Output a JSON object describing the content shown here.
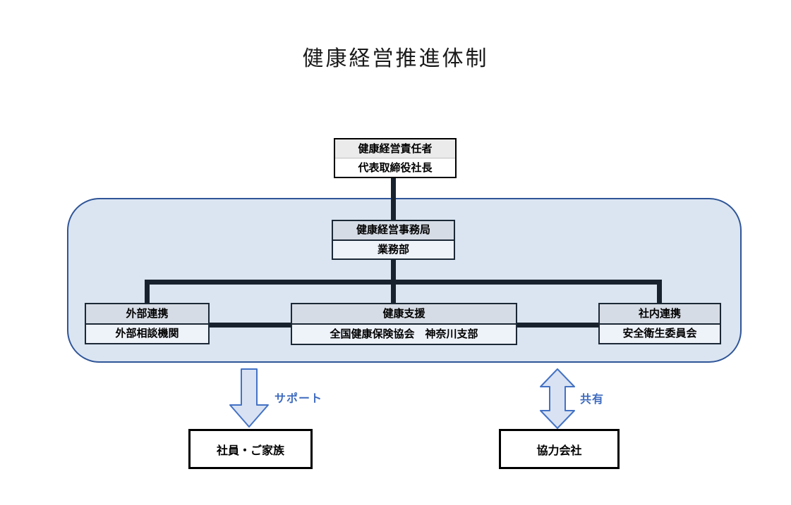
{
  "title": "健康経営推進体制",
  "org": {
    "top_box": {
      "header": "健康経営責任者",
      "body": "代表取締役社長"
    },
    "office_box": {
      "header": "健康経営事務局",
      "body": "業務部"
    },
    "branches": [
      {
        "header": "外部連携",
        "body": "外部相談機関"
      },
      {
        "header": "健康支援",
        "body": "全国健康保険協会　神奈川支部"
      },
      {
        "header": "社内連携",
        "body": "安全衛生委員会"
      }
    ]
  },
  "arrows": [
    {
      "label": "サポート",
      "type": "down-arrow"
    },
    {
      "label": "共有",
      "type": "double-vertical-arrow"
    }
  ],
  "bottom_boxes": [
    {
      "label": "社員・ご家族"
    },
    {
      "label": "協力会社"
    }
  ],
  "colors": {
    "group_fill": "#dbe5f2",
    "group_border": "#2f5597",
    "connector": "#17222e",
    "inner_header_fill": "#d6dce5",
    "inner_body_fill": "#eef2f9",
    "outer_header_fill": "#ebebeb",
    "arrow_fill": "#d9e2f3",
    "arrow_border": "#4472c4",
    "arrow_label_text": "#3e6bbf"
  }
}
